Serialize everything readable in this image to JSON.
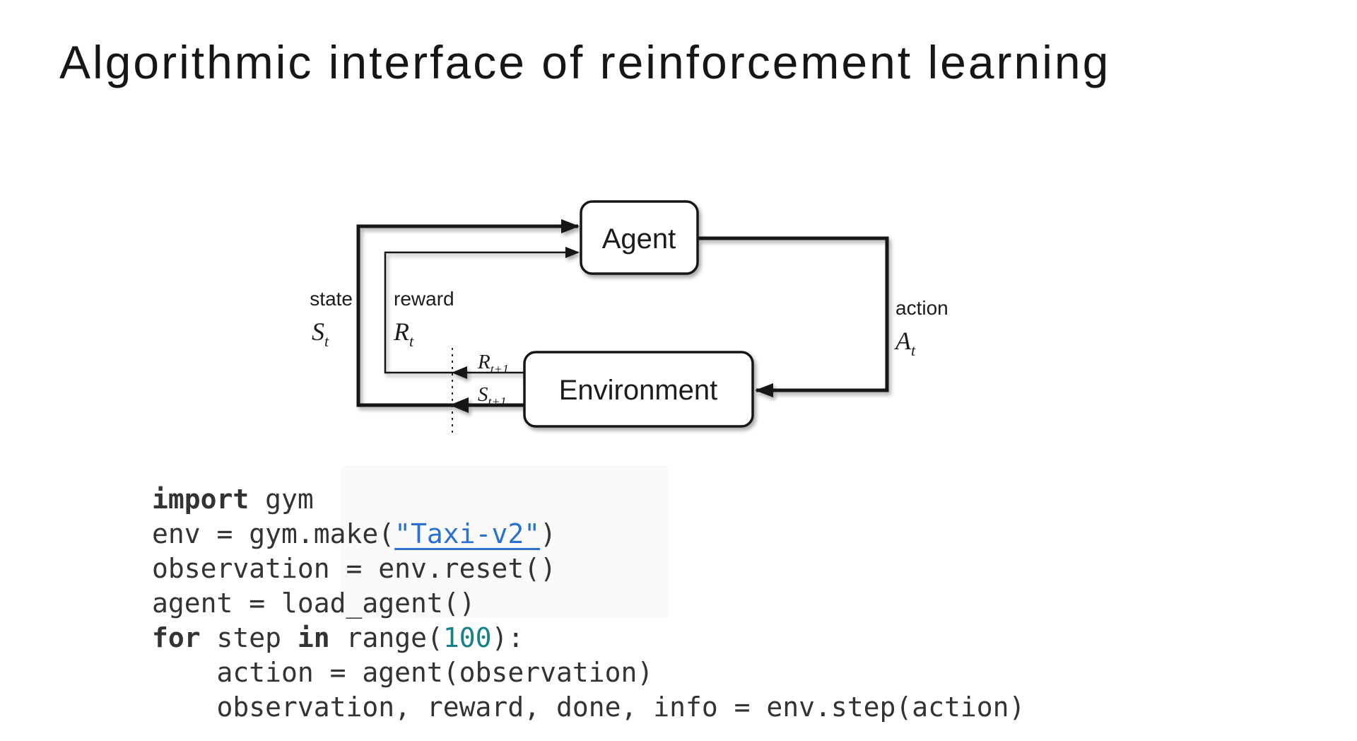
{
  "title": "Algorithmic interface of reinforcement learning",
  "colors": {
    "code-text": "#333333",
    "code-link": "#2a70d2",
    "code-number": "#15828a",
    "diagram-ink": "#141414"
  },
  "diagram": {
    "agent_label": "Agent",
    "environment_label": "Environment",
    "state_label": "state",
    "reward_label": "reward",
    "action_label": "action",
    "state_symbol": {
      "main": "S",
      "sub": "t"
    },
    "reward_symbol": {
      "main": "R",
      "sub": "t"
    },
    "action_symbol": {
      "main": "A",
      "sub": "t"
    },
    "next_reward_symbol": {
      "main": "R",
      "sub": "t+1"
    },
    "next_state_symbol": {
      "main": "S",
      "sub": "t+1"
    }
  },
  "code": {
    "lines": [
      {
        "tokens": [
          {
            "t": "import",
            "c": "kw"
          },
          {
            "t": " gym",
            "c": "plain"
          }
        ]
      },
      {
        "tokens": [
          {
            "t": "env = gym.make(",
            "c": "plain"
          },
          {
            "t": "\"Taxi-v2\"",
            "c": "link"
          },
          {
            "t": ")",
            "c": "plain"
          }
        ]
      },
      {
        "tokens": [
          {
            "t": "observation = env.reset()",
            "c": "plain"
          }
        ]
      },
      {
        "tokens": [
          {
            "t": "agent = load_agent()",
            "c": "plain"
          }
        ]
      },
      {
        "tokens": [
          {
            "t": "for",
            "c": "kw"
          },
          {
            "t": " step ",
            "c": "plain"
          },
          {
            "t": "in",
            "c": "kw"
          },
          {
            "t": " range(",
            "c": "plain"
          },
          {
            "t": "100",
            "c": "num"
          },
          {
            "t": "):",
            "c": "plain"
          }
        ]
      },
      {
        "tokens": [
          {
            "t": "    action = agent(observation)",
            "c": "plain"
          }
        ]
      },
      {
        "tokens": [
          {
            "t": "    observation, reward, done, info = env.step(action)",
            "c": "plain"
          }
        ]
      }
    ]
  }
}
